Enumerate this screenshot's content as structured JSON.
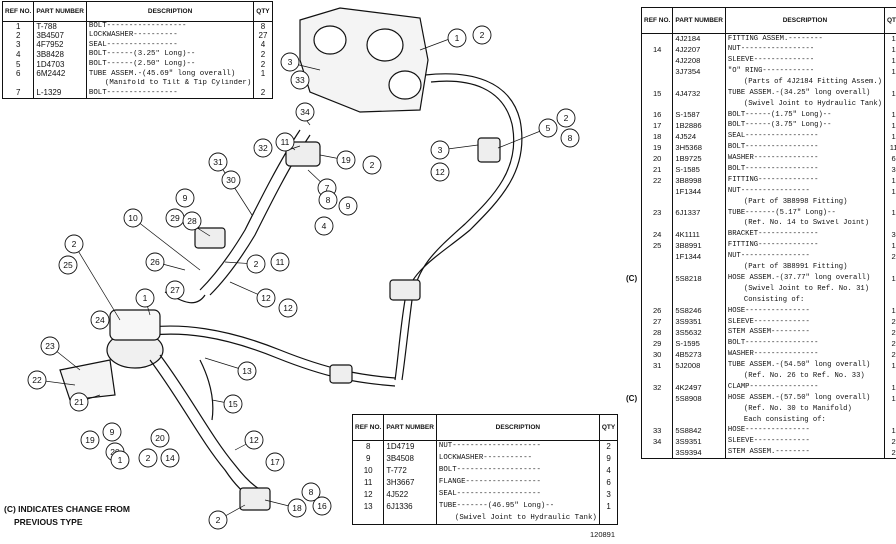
{
  "table_top_left": {
    "headers": {
      "ref": "REF NO.",
      "part": "PART NUMBER",
      "desc": "DESCRIPTION",
      "qty": "QTY"
    },
    "rows": [
      {
        "ref": "1",
        "part": "T-788",
        "desc": "BOLT------------------",
        "qty": "8"
      },
      {
        "ref": "2",
        "part": "3B4507",
        "desc": "LOCKWASHER----------",
        "qty": "27"
      },
      {
        "ref": "3",
        "part": "4F7952",
        "desc": "SEAL----------------",
        "qty": "4"
      },
      {
        "ref": "4",
        "part": "3B8428",
        "desc": "BOLT------(3.25\" Long)--",
        "qty": "2"
      },
      {
        "ref": "5",
        "part": "1D4703",
        "desc": "BOLT------(2.50\" Long)--",
        "qty": "2"
      },
      {
        "ref": "6",
        "part": "6M2442",
        "desc": "TUBE ASSEM.-(45.69\" long overall)",
        "qty": "1"
      },
      {
        "ref": "",
        "part": "",
        "desc": "(Manifold to Tilt & Tip Cylinder)",
        "qty": ""
      },
      {
        "ref": "7",
        "part": "L-1329",
        "desc": "BOLT----------------",
        "qty": "2"
      }
    ]
  },
  "table_bottom_mid": {
    "headers": {
      "ref": "REF NO.",
      "part": "PART NUMBER",
      "desc": "DESCRIPTION",
      "qty": "QTY"
    },
    "rows": [
      {
        "ref": "8",
        "part": "1D4719",
        "desc": "NUT--------------------",
        "qty": "2"
      },
      {
        "ref": "9",
        "part": "3B4508",
        "desc": "LOCKWASHER-----------",
        "qty": "9"
      },
      {
        "ref": "10",
        "part": "T-772",
        "desc": "BOLT-------------------",
        "qty": "4"
      },
      {
        "ref": "11",
        "part": "3H3667",
        "desc": "FLANGE-----------------",
        "qty": "6"
      },
      {
        "ref": "12",
        "part": "4J522",
        "desc": "SEAL-------------------",
        "qty": "3"
      },
      {
        "ref": "13",
        "part": "6J1336",
        "desc": "TUBE-------(46.95\" Long)--",
        "qty": "1"
      },
      {
        "ref": "",
        "part": "",
        "desc": "(Swivel Joint to Hydraulic Tank)",
        "qty": ""
      }
    ]
  },
  "table_right": {
    "headers": {
      "ref": "REF NO.",
      "part": "PART NUMBER",
      "desc": "DESCRIPTION",
      "qty": "QTY"
    },
    "rows": [
      {
        "prefix": "",
        "ref": "",
        "part": "4J2184",
        "desc": "FITTING ASSEM.--------",
        "qty": "1"
      },
      {
        "prefix": "",
        "ref": "14",
        "part": "4J2207",
        "desc": "  NUT-----------------",
        "qty": "1"
      },
      {
        "prefix": "",
        "ref": "",
        "part": "4J2208",
        "desc": "  SLEEVE--------------",
        "qty": "1"
      },
      {
        "prefix": "",
        "ref": "",
        "part": "3J7354",
        "desc": "  \"O\" RING------------",
        "qty": "1"
      },
      {
        "prefix": "",
        "ref": "",
        "part": "",
        "desc": "(Parts of 4J2184 Fitting Assem.)",
        "qty": ""
      },
      {
        "prefix": "",
        "ref": "15",
        "part": "4J4732",
        "desc": "TUBE ASSEM.-(34.25\" long overall)",
        "qty": "1"
      },
      {
        "prefix": "",
        "ref": "",
        "part": "",
        "desc": "(Swivel Joint to Hydraulic Tank)",
        "qty": ""
      },
      {
        "prefix": "",
        "ref": "16",
        "part": "S-1587",
        "desc": "BOLT------(1.75\" Long)--",
        "qty": "1"
      },
      {
        "prefix": "",
        "ref": "17",
        "part": "1B2886",
        "desc": "BOLT------(3.75\" Long)--",
        "qty": "1"
      },
      {
        "prefix": "",
        "ref": "18",
        "part": "4J524",
        "desc": "SEAL-----------------",
        "qty": "1"
      },
      {
        "prefix": "",
        "ref": "19",
        "part": "3H5368",
        "desc": "BOLT-----------------",
        "qty": "11"
      },
      {
        "prefix": "",
        "ref": "20",
        "part": "1B9725",
        "desc": "WASHER---------------",
        "qty": "6"
      },
      {
        "prefix": "",
        "ref": "21",
        "part": "S-1585",
        "desc": "BOLT-----------------",
        "qty": "3"
      },
      {
        "prefix": "",
        "ref": "22",
        "part": "3B8998",
        "desc": "FITTING--------------",
        "qty": "1"
      },
      {
        "prefix": "",
        "ref": "",
        "part": "1F1344",
        "desc": "  NUT----------------",
        "qty": "1"
      },
      {
        "prefix": "",
        "ref": "",
        "part": "",
        "desc": "(Part of 3B8998 Fitting)",
        "qty": ""
      },
      {
        "prefix": "",
        "ref": "23",
        "part": "6J1337",
        "desc": "TUBE-------(5.17\" Long)--",
        "qty": "1"
      },
      {
        "prefix": "",
        "ref": "",
        "part": "",
        "desc": "(Ref. No. 14 to Swivel Joint)",
        "qty": ""
      },
      {
        "prefix": "",
        "ref": "24",
        "part": "4K1111",
        "desc": "BRACKET--------------",
        "qty": "3"
      },
      {
        "prefix": "",
        "ref": "25",
        "part": "3B8991",
        "desc": "FITTING--------------",
        "qty": "1"
      },
      {
        "prefix": "",
        "ref": "",
        "part": "1F1344",
        "desc": "  NUT----------------",
        "qty": "2"
      },
      {
        "prefix": "",
        "ref": "",
        "part": "",
        "desc": "(Part of 3B8991 Fitting)",
        "qty": ""
      },
      {
        "prefix": "(C)",
        "ref": "",
        "part": "5S8218",
        "desc": "HOSE ASSEM.-(37.77\" long overall)",
        "qty": "1"
      },
      {
        "prefix": "",
        "ref": "",
        "part": "",
        "desc": "(Swivel Joint to Ref. No. 31)",
        "qty": ""
      },
      {
        "prefix": "",
        "ref": "",
        "part": "",
        "desc": "Consisting of:",
        "qty": ""
      },
      {
        "prefix": "",
        "ref": "26",
        "part": "5S8246",
        "desc": " HOSE---------------",
        "qty": "1"
      },
      {
        "prefix": "",
        "ref": "27",
        "part": "3S9351",
        "desc": " SLEEVE-------------",
        "qty": "2"
      },
      {
        "prefix": "",
        "ref": "28",
        "part": "3S5632",
        "desc": " STEM ASSEM---------",
        "qty": "2"
      },
      {
        "prefix": "",
        "ref": "29",
        "part": "S-1595",
        "desc": "BOLT-----------------",
        "qty": "2"
      },
      {
        "prefix": "",
        "ref": "30",
        "part": "4B5273",
        "desc": "WASHER---------------",
        "qty": "2"
      },
      {
        "prefix": "",
        "ref": "31",
        "part": "5J2008",
        "desc": "TUBE ASSEM.-(54.50\" long overall)",
        "qty": "1"
      },
      {
        "prefix": "",
        "ref": "",
        "part": "",
        "desc": "(Ref. No. 26 to Ref. No. 33)",
        "qty": ""
      },
      {
        "prefix": "",
        "ref": "32",
        "part": "4K2497",
        "desc": "CLAMP----------------",
        "qty": "1"
      },
      {
        "prefix": "(C)",
        "ref": "",
        "part": "5S8908",
        "desc": "HOSE ASSEM.-(57.50\" long overall)",
        "qty": "1"
      },
      {
        "prefix": "",
        "ref": "",
        "part": "",
        "desc": "(Ref. No. 30 to Manifold)",
        "qty": ""
      },
      {
        "prefix": "",
        "ref": "",
        "part": "",
        "desc": "Each consisting of:",
        "qty": ""
      },
      {
        "prefix": "",
        "ref": "33",
        "part": "5S8842",
        "desc": " HOSE---------------",
        "qty": "1"
      },
      {
        "prefix": "",
        "ref": "34",
        "part": "3S9351",
        "desc": " SLEEVE-------------",
        "qty": "2"
      },
      {
        "prefix": "",
        "ref": "",
        "part": "3S9394",
        "desc": " STEM ASSEM.--------",
        "qty": "2"
      }
    ]
  },
  "footnote_line1": "(C) INDICATES CHANGE FROM",
  "footnote_line2": "PREVIOUS TYPE",
  "figure_number": "120891",
  "callouts": [
    "1",
    "2",
    "3",
    "33",
    "34",
    "11",
    "32",
    "19",
    "2",
    "7",
    "8",
    "9",
    "4",
    "5",
    "2",
    "8",
    "3",
    "12",
    "31",
    "30",
    "9",
    "29",
    "28",
    "10",
    "2",
    "11",
    "12",
    "12",
    "26",
    "27",
    "1",
    "2",
    "25",
    "24",
    "23",
    "22",
    "21",
    "9",
    "20",
    "19",
    "20",
    "2",
    "14",
    "13",
    "15",
    "12",
    "17",
    "8",
    "16",
    "18",
    "2",
    "1"
  ]
}
